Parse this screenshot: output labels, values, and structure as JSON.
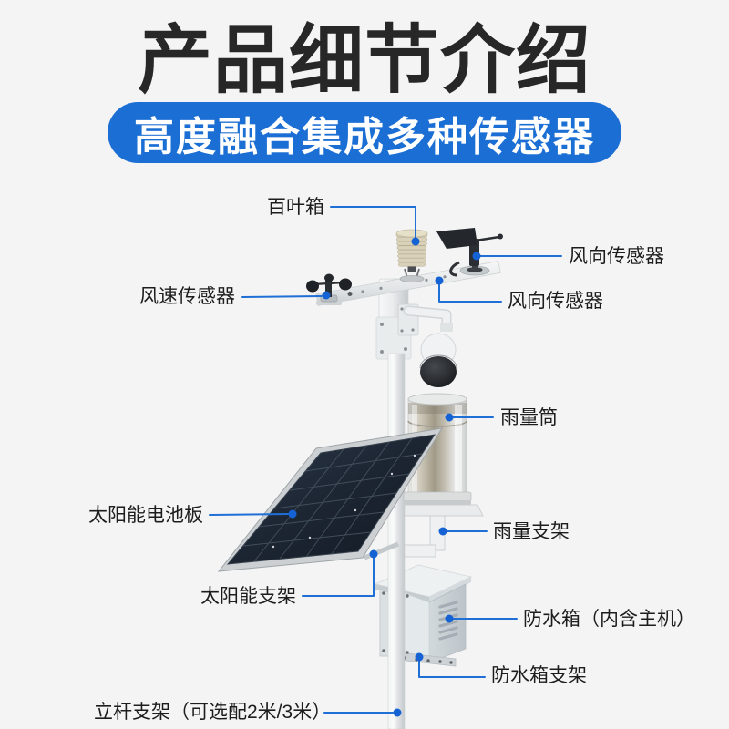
{
  "page": {
    "background": "#f4f4f5"
  },
  "header": {
    "title": "产品细节介绍",
    "banner": "高度融合集成多种传感器"
  },
  "colors": {
    "banner_bg": "#1b6ed3",
    "callout_blue": "#1f6fd6",
    "title_color": "#272727"
  },
  "labels": {
    "louver_box": "百叶箱",
    "wind_direction_top": "风向传感器",
    "wind_speed": "风速传感器",
    "wind_direction_mid": "风向传感器",
    "rain_gauge": "雨量筒",
    "solar_panel": "太阳能电池板",
    "rain_bracket": "雨量支架",
    "solar_bracket": "太阳能支架",
    "waterproof_box": "防水箱（内含主机）",
    "waterproof_box_bracket": "防水箱支架",
    "pole_bracket": "立杆支架（可选配2米/3米）"
  }
}
